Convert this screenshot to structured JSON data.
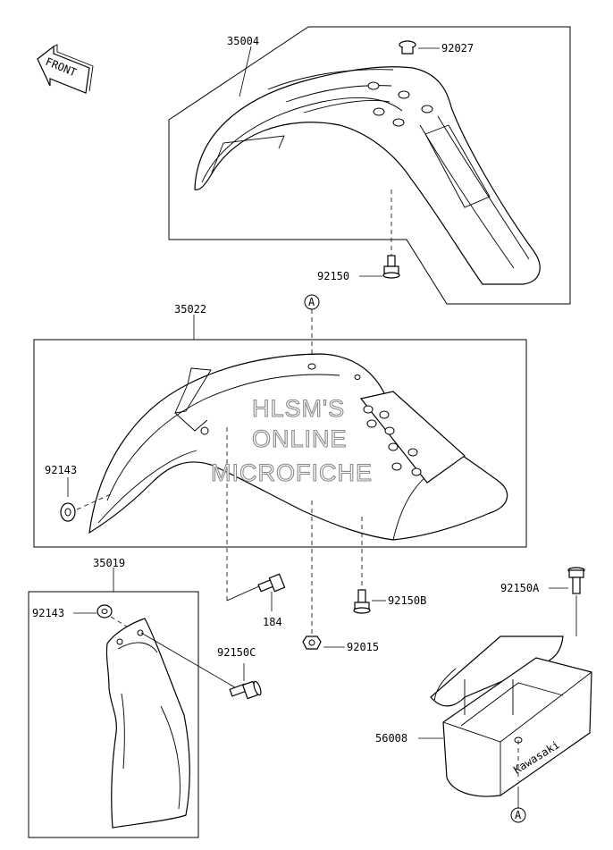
{
  "front_arrow": {
    "label": "FRONT"
  },
  "watermark": {
    "line1": "HLSM'S",
    "line2": "ONLINE",
    "line3": "MICROFICHE"
  },
  "ref_marker": {
    "letter": "A"
  },
  "decal_text": "Kawasaki",
  "parts": {
    "rear_fender": "35004",
    "rear_fender_grommet": "92027",
    "rear_fender_bolt": "92150",
    "front_fender": "35022",
    "front_washer": "92143",
    "side_cover": "35019",
    "side_cover_washer": "92143",
    "side_cover_bolt": "92150C",
    "screw": "184",
    "front_fender_bolt": "92150B",
    "nut": "92015",
    "tool_case_bolt": "92150A",
    "tool_case": "56008"
  }
}
